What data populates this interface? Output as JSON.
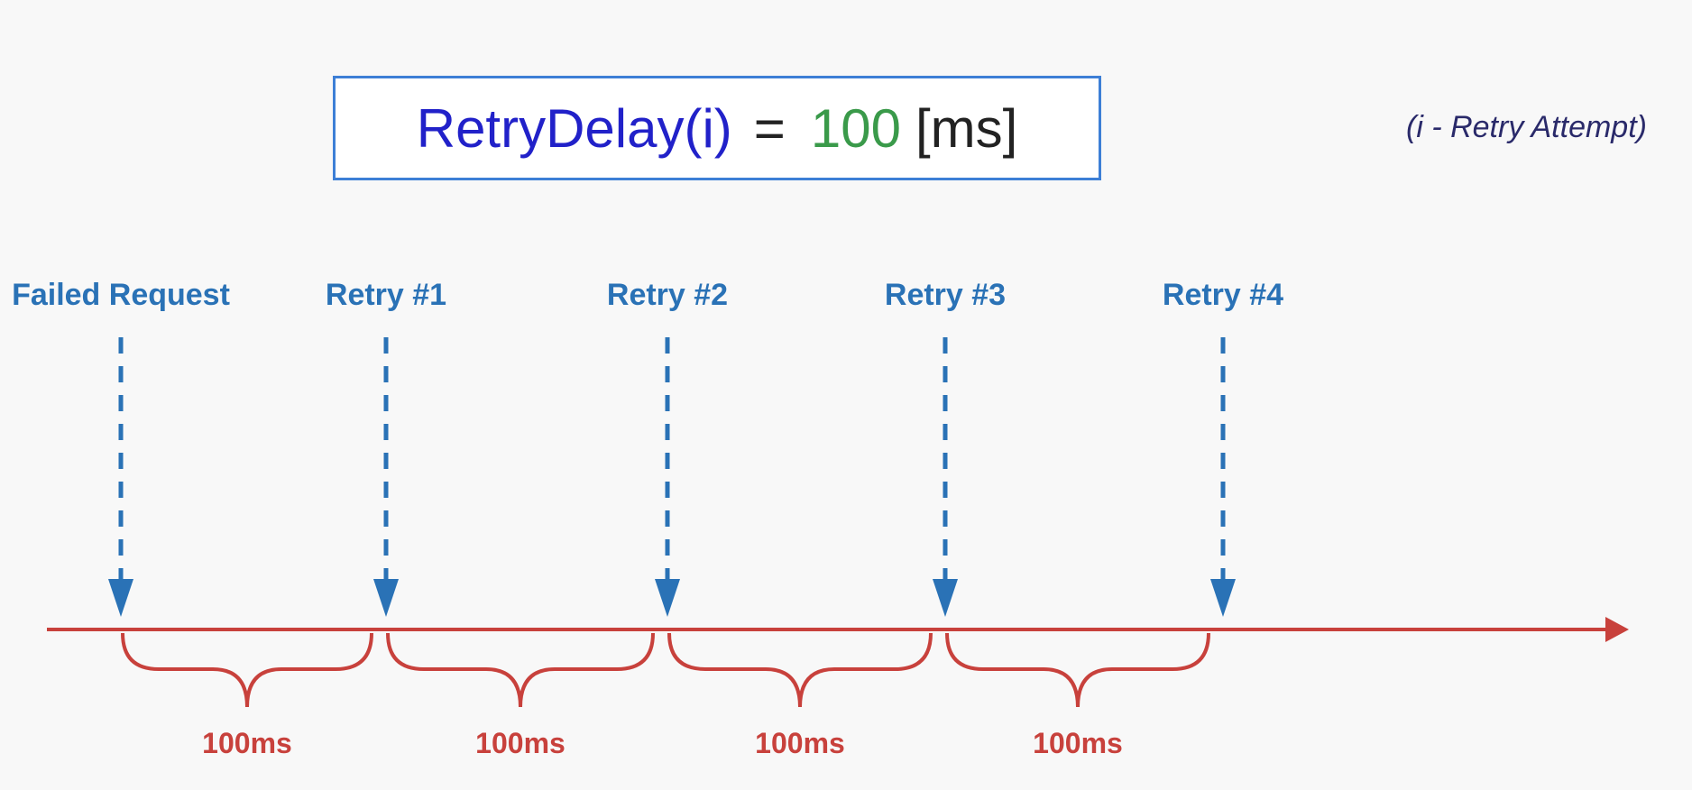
{
  "formula": {
    "lhs": "RetryDelay(i)",
    "equals": "=",
    "value": "100",
    "unit": "[ms]",
    "note": "(i - Retry Attempt)"
  },
  "events": [
    {
      "label": "Failed Request"
    },
    {
      "label": "Retry #1"
    },
    {
      "label": "Retry #2"
    },
    {
      "label": "Retry #3"
    },
    {
      "label": "Retry #4"
    }
  ],
  "intervals": [
    {
      "label": "100ms"
    },
    {
      "label": "100ms"
    },
    {
      "label": "100ms"
    },
    {
      "label": "100ms"
    }
  ],
  "colors": {
    "formula_lhs": "#2121c9",
    "formula_value": "#3a9a4a",
    "box_border": "#3d7fd6",
    "event": "#2a72b6",
    "timeline": "#c8413c"
  }
}
